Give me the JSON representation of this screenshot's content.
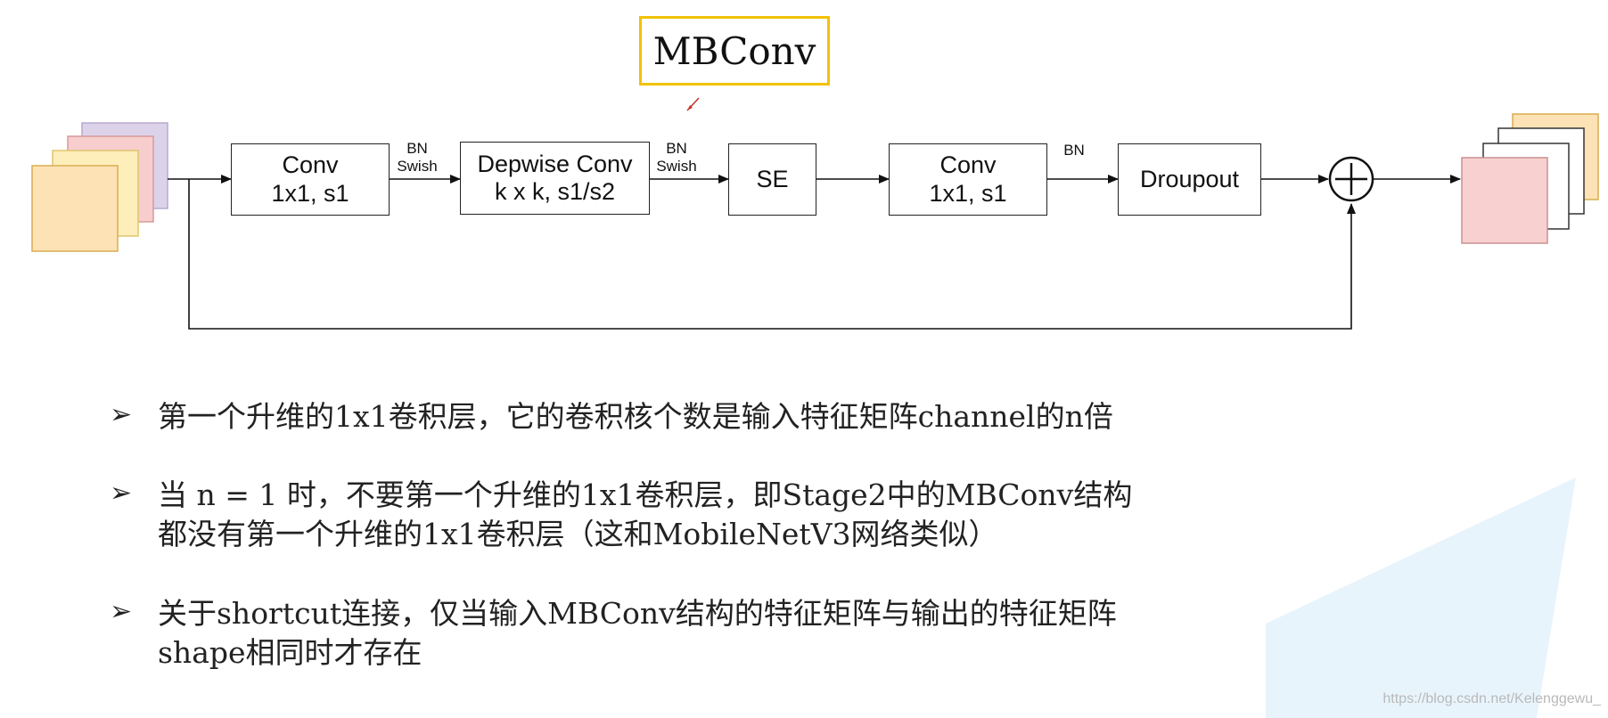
{
  "diagram": {
    "title": "MBConv",
    "blocks": [
      {
        "id": "conv1",
        "line1": "Conv",
        "line2": "1x1, s1"
      },
      {
        "id": "dwconv",
        "line1": "Depwise Conv",
        "line2": "k x k, s1/s2"
      },
      {
        "id": "se",
        "line1": "SE",
        "line2": ""
      },
      {
        "id": "conv2",
        "line1": "Conv",
        "line2": "1x1, s1"
      },
      {
        "id": "dropout",
        "line1": "Droupout",
        "line2": ""
      }
    ],
    "edge_labels": {
      "conv1_to_dw": {
        "line1": "BN",
        "line2": "Swish"
      },
      "dw_to_se": {
        "line1": "BN",
        "line2": "Swish"
      },
      "conv2_to_dropout": {
        "line1": "BN"
      }
    },
    "add_symbol": "+",
    "colors": {
      "title_border": "#f2c200",
      "input_layers": [
        "#dcd3ea",
        "#f7cdcd",
        "#fdeeba",
        "#fde2b6"
      ],
      "output_layers": [
        "#fde2b6",
        "#ffffff",
        "#ffffff",
        "#f9d0d0"
      ],
      "background_shape": "#e8f4fc"
    }
  },
  "bullets": [
    {
      "marker": "➢",
      "lines": [
        "第一个升维的1x1卷积层，它的卷积核个数是输入特征矩阵channel的n倍"
      ]
    },
    {
      "marker": "➢",
      "lines": [
        "当 n = 1 时，不要第一个升维的1x1卷积层，即Stage2中的MBConv结构",
        "都没有第一个升维的1x1卷积层（这和MobileNetV3网络类似）"
      ]
    },
    {
      "marker": "➢",
      "lines": [
        "关于shortcut连接，仅当输入MBConv结构的特征矩阵与输出的特征矩阵",
        "shape相同时才存在"
      ]
    }
  ],
  "watermark": "https://blog.csdn.net/Kelenggewu_"
}
